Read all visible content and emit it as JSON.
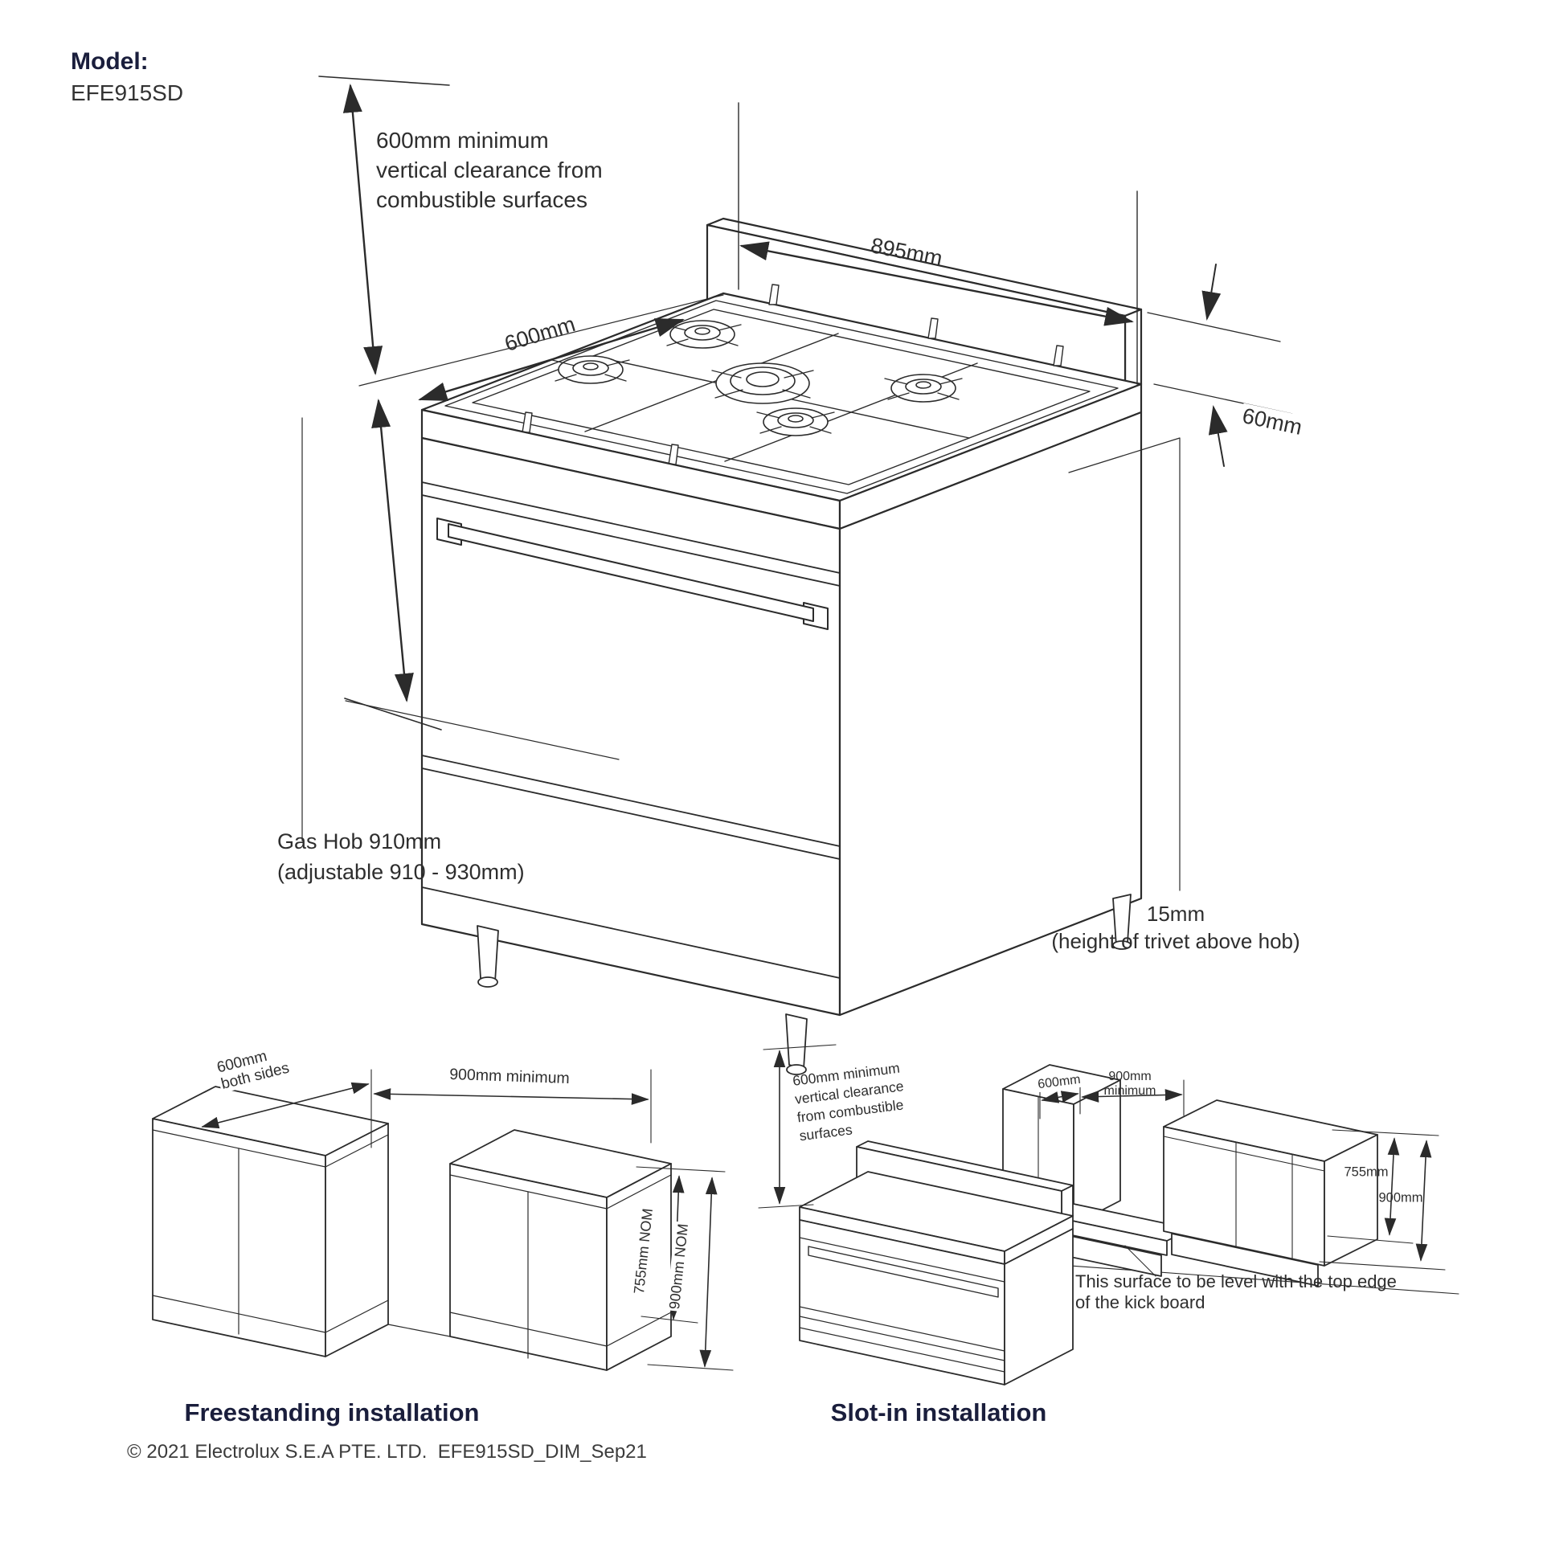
{
  "model": {
    "label": "Model:",
    "number": "EFE915SD"
  },
  "main": {
    "clearance": [
      "600mm minimum",
      "vertical clearance from",
      "combustible surfaces"
    ],
    "width": "895mm",
    "depth": "600mm",
    "splashback": "60mm",
    "hob_height": [
      "Gas Hob 910mm",
      "(adjustable 910 - 930mm)"
    ],
    "trivet": [
      "15mm",
      "(height of trivet above hob)"
    ]
  },
  "freestanding": {
    "caption": "Freestanding installation",
    "side_clearance": [
      "600mm",
      "both sides"
    ],
    "gap": "900mm minimum",
    "bench_height": "755mm NOM",
    "overall_height": "900mm NOM"
  },
  "slotin": {
    "caption": "Slot-in installation",
    "clearance": [
      "600mm minimum",
      "vertical clearance",
      "from combustible",
      "surfaces"
    ],
    "depth": "600mm",
    "gap": [
      "900mm",
      "minimum"
    ],
    "bench_height": "755mm",
    "overall_height": "900mm",
    "note": [
      "This surface to be level with the top edge",
      "of the kick board"
    ]
  },
  "footer": {
    "copyright": "© 2021 Electrolux S.E.A PTE. LTD.  EFE915SD_DIM_Sep21"
  },
  "colors": {
    "ink": "#2b2b2b",
    "navy": "#1a1e3c"
  }
}
